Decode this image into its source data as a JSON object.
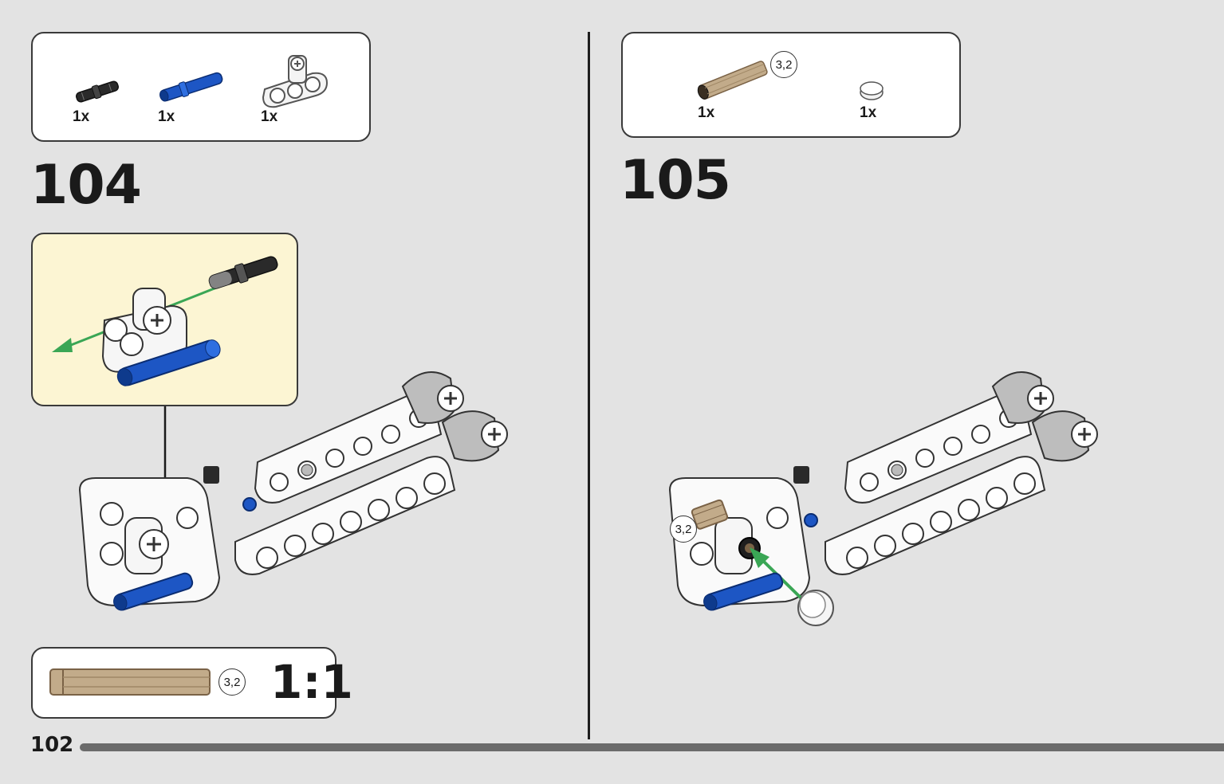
{
  "page": {
    "number": "102"
  },
  "step_104": {
    "number": "104",
    "parts": [
      {
        "name": "black-friction-pin",
        "qty": "1x"
      },
      {
        "name": "blue-axle-pin",
        "qty": "1x"
      },
      {
        "name": "white-pin-connector",
        "qty": "1x"
      }
    ],
    "scale_box": {
      "ratio": "1:1",
      "axle_size": "3,2"
    }
  },
  "step_105": {
    "number": "105",
    "parts": [
      {
        "name": "tan-axle",
        "qty": "1x",
        "size": "3,2"
      },
      {
        "name": "white-bush",
        "qty": "1x"
      }
    ],
    "axle_callout": "3,2"
  },
  "colors": {
    "background": "#e3e3e3",
    "callout_bg": "#fcf5d3",
    "blue_part": "#1d56c4",
    "arrow_green": "#3aa655",
    "tan_axle": "#c2ab8a"
  }
}
